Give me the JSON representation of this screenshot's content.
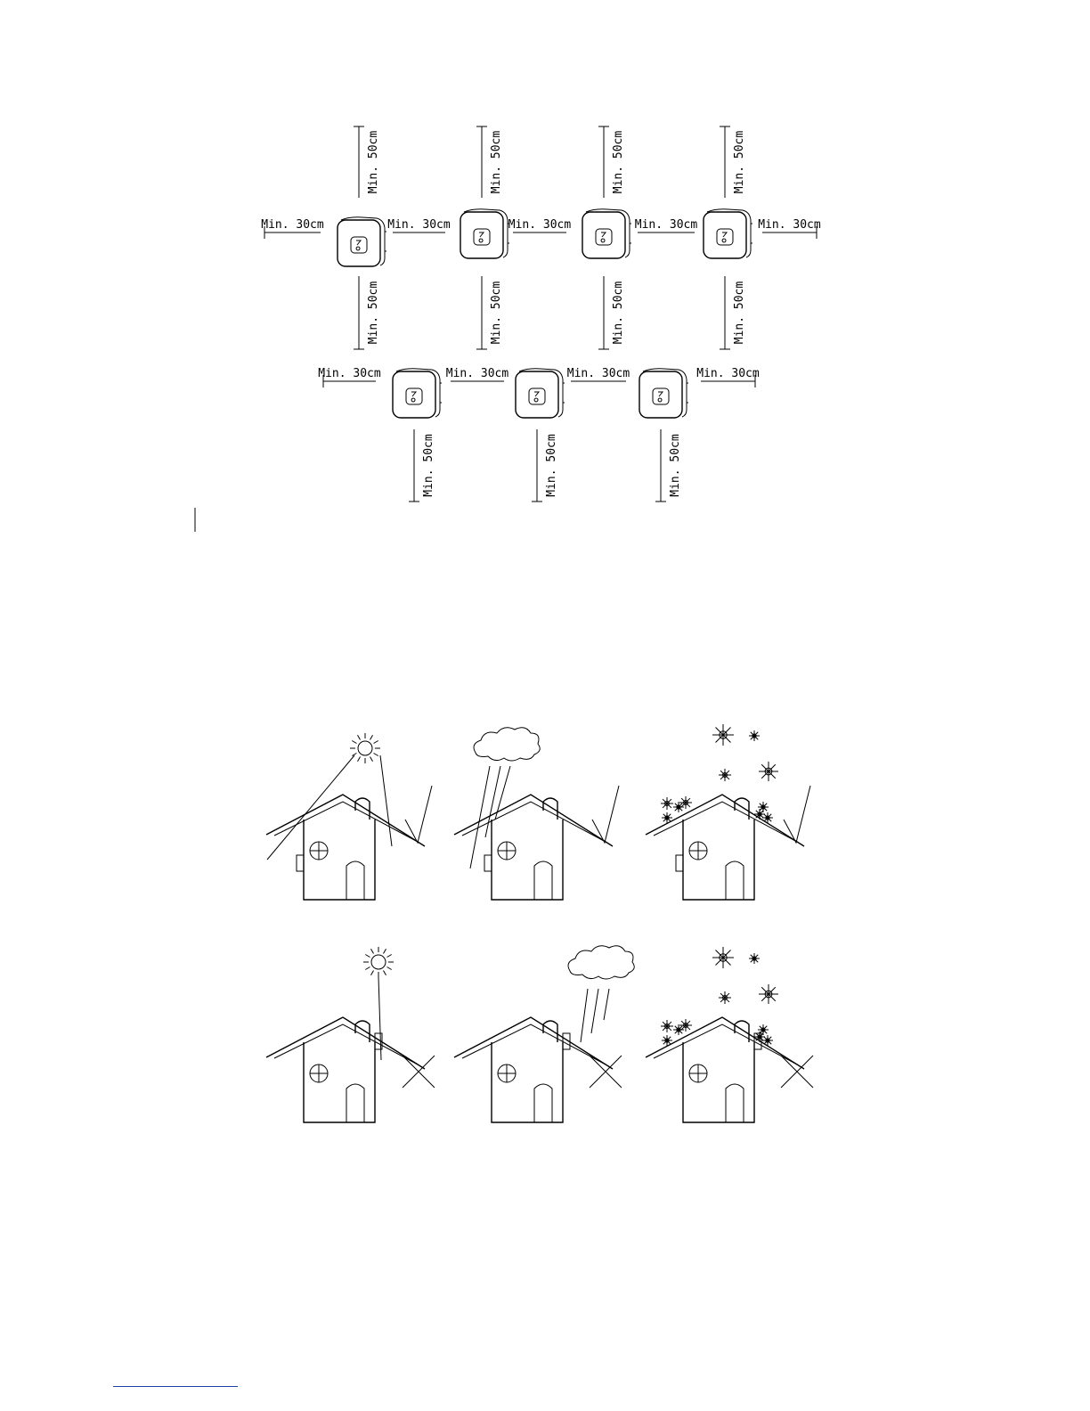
{
  "spacing_diagram": {
    "horizontal_label": "Min. 30cm",
    "vertical_label": "Min. 50cm",
    "rows": [
      {
        "units": 4
      },
      {
        "units": 3
      }
    ]
  },
  "weather_diagram": {
    "rows": [
      {
        "verdict": "correct",
        "scenes": [
          "sun",
          "rain",
          "snow"
        ]
      },
      {
        "verdict": "incorrect",
        "scenes": [
          "sun",
          "rain",
          "snow"
        ]
      }
    ]
  }
}
